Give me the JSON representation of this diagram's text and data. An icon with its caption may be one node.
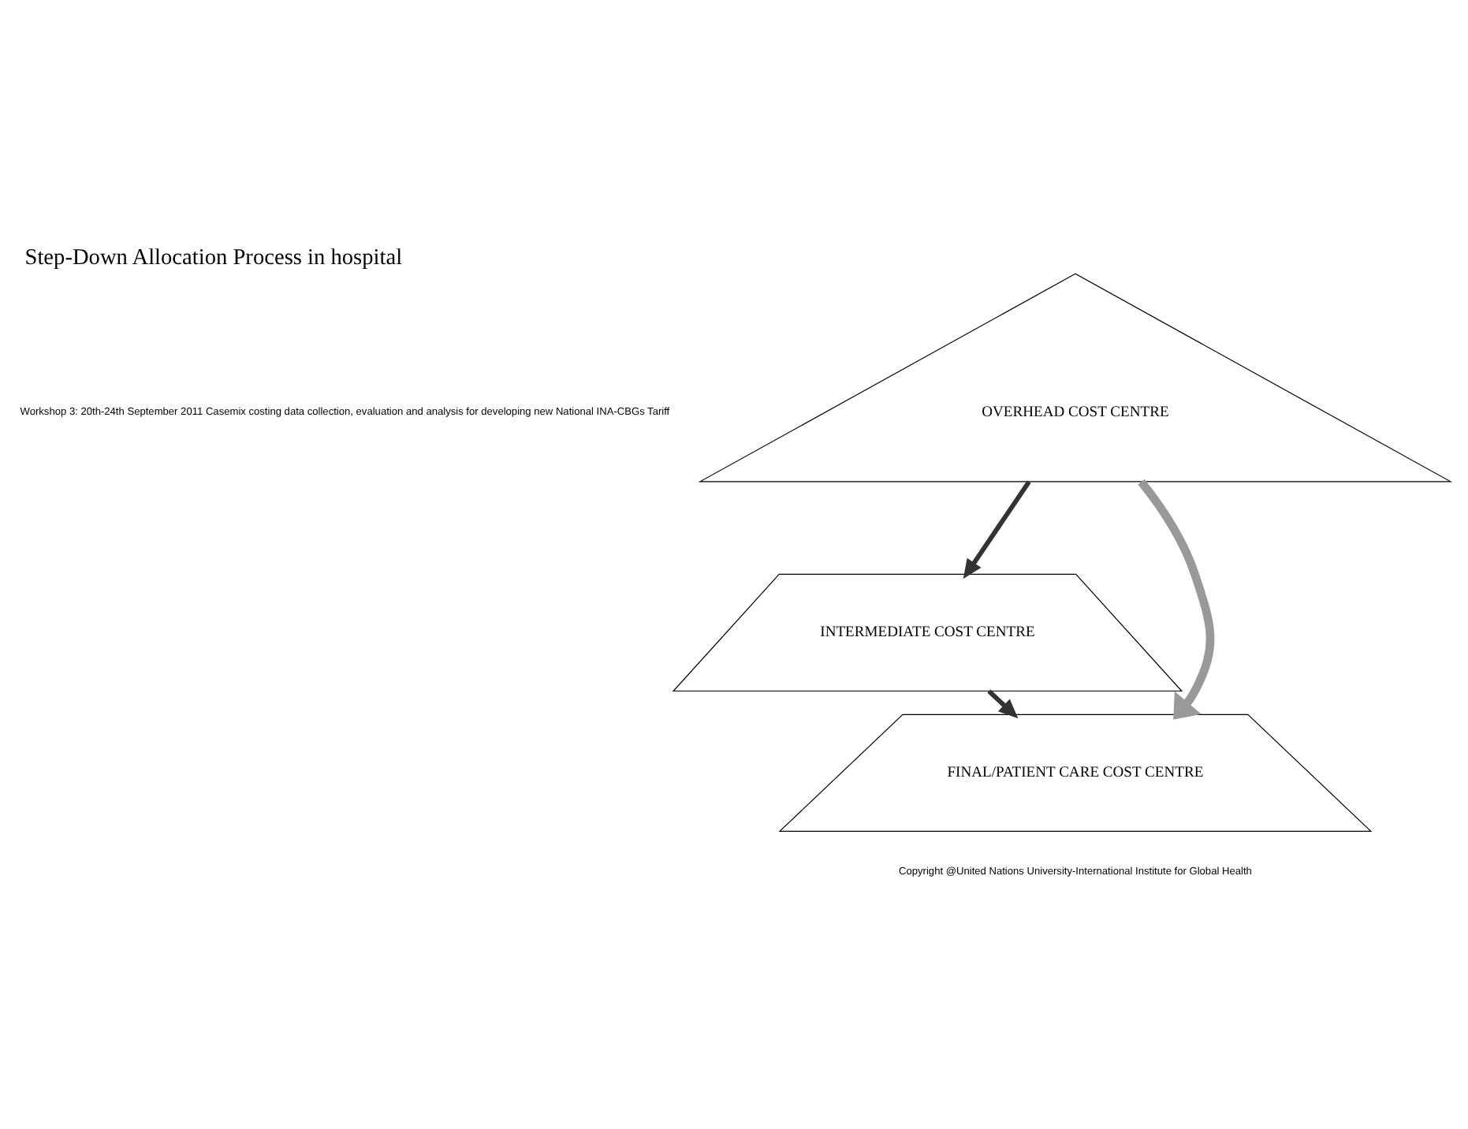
{
  "diagram": {
    "title": "Step-Down Allocation Process in hospital",
    "nodes": [
      {
        "text": [
          "OVERHEAD COST CENTRE"
        ]
      },
      {
        "text": [
          "INTERMEDIATE COST CENTRE"
        ]
      },
      {
        "text": [
          "FINAL/PATIENT CARE COST CENTRE"
        ]
      }
    ],
    "edges": [
      {
        "from": 0,
        "to": 1,
        "arrow": "to"
      },
      {
        "from": 0,
        "to": 2,
        "arrow": "to",
        "style": "thick",
        "color": "#999999"
      },
      {
        "from": 1,
        "to": 2,
        "arrow": "to"
      }
    ],
    "labels": [
      "Workshop 3: 20th-24th September 2011 Casemix costing data collection, evaluation and analysis for developing new National INA-CBGs Tariff",
      "Copyright @United Nations University-International Institute for Global Health"
    ]
  }
}
